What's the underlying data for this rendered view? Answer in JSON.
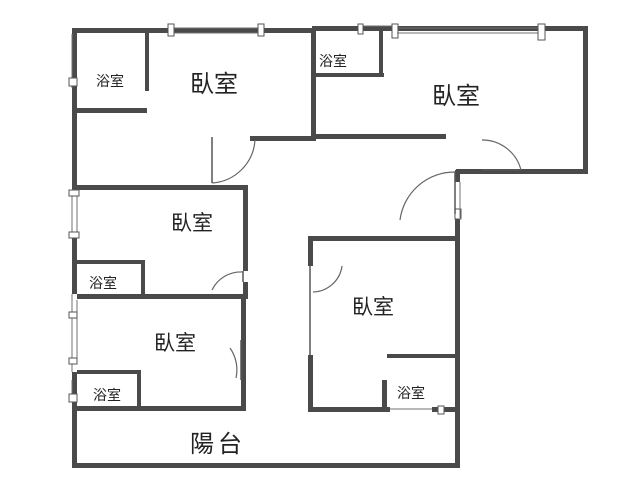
{
  "floorplan": {
    "rooms": {
      "bedroom_top_left": "臥室",
      "bedroom_top_right": "臥室",
      "bedroom_middle_left": "臥室",
      "bedroom_lower_left": "臥室",
      "bedroom_lower_right": "臥室",
      "bath_top_left": "浴室",
      "bath_top_mid": "浴室",
      "bath_middle_left": "浴室",
      "bath_lower_left": "浴室",
      "bath_lower_right": "浴室",
      "balcony": "陽台"
    },
    "colors": {
      "wall": "#4a4a4a",
      "background": "#ffffff"
    }
  }
}
